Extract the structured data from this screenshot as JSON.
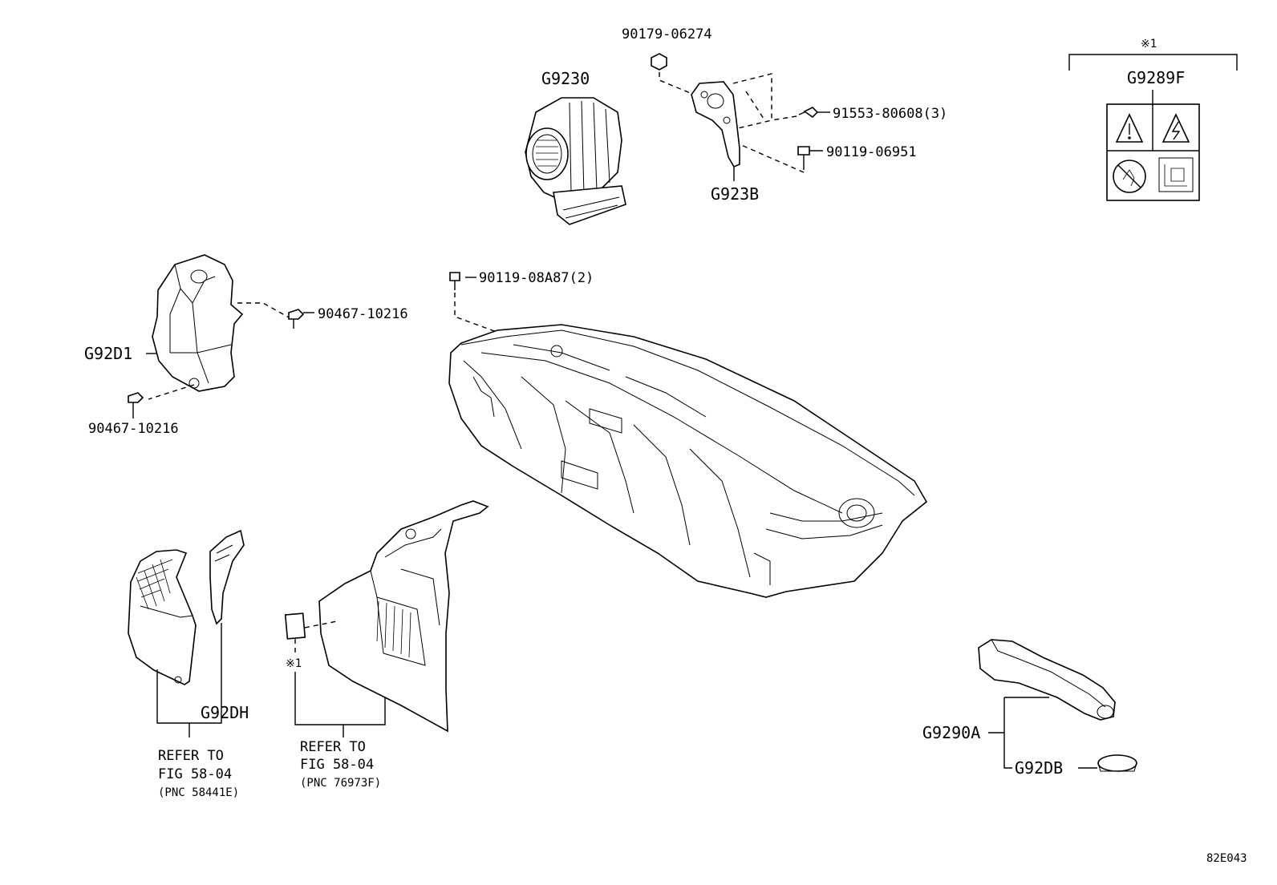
{
  "diagram": {
    "figure_code": "82E043",
    "note_mark": "※1",
    "parts": {
      "p90179": "90179-06274",
      "g9230": "G9230",
      "p91553": "91553-80608(3)",
      "p90119_06951": "90119-06951",
      "g923b": "G923B",
      "g9289f": "G9289F",
      "p90119_08a87": "90119-08A87(2)",
      "p90467_upper": "90467-10216",
      "g92d1": "G92D1",
      "p90467_lower": "90467-10216",
      "g92dh": "G92DH",
      "g9290a": "G9290A",
      "g92db": "G92DB"
    },
    "references": [
      {
        "line1": "REFER TO",
        "line2": "FIG 58-04",
        "line3": "(PNC 58441E)"
      },
      {
        "line1": "REFER TO",
        "line2": "FIG 58-04",
        "line3": "(PNC 76973F)"
      }
    ]
  }
}
